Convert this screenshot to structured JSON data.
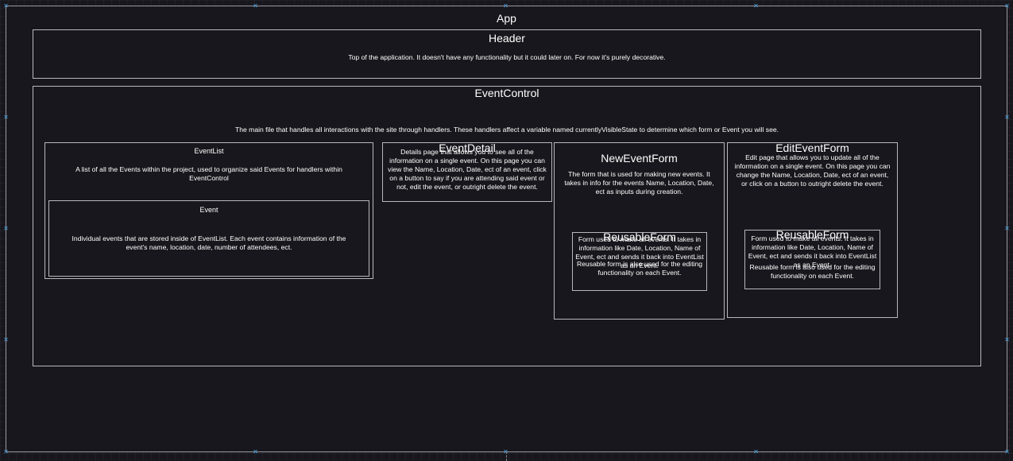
{
  "diagram": {
    "app": {
      "title": "App"
    },
    "header": {
      "title": "Header",
      "description": "Top of the application. It doesn't have any functionality but it could later on. For now it's purely decorative."
    },
    "event_control": {
      "title": "EventControl",
      "description": "The main file that handles all interactions with the site through handlers. These handlers affect a variable named currentlyVisibleState to determine which form or Event you will see."
    },
    "event_list": {
      "title": "EventList",
      "description": "A list of all the Events within the project, used to organize said Events for handlers within EventControl"
    },
    "event": {
      "title": "Event",
      "description": "Individual events that are stored inside of EventList. Each event contains information of the event's name, location, date, number of attendees, ect."
    },
    "event_detail": {
      "title": "EventDetail",
      "description": "Details page that allows you to see all of the information on a single event. On this page you can view the Name, Location, Date, ect of an event, click on a button to say if you are attending said event or not, edit the event, or outright delete the event."
    },
    "new_event_form": {
      "title": "NewEventForm",
      "description": "The form that is used for making new events. It takes in info for the events Name, Location, Date, ect as inputs during creation."
    },
    "reusable_form_new": {
      "title": "ReusableForm",
      "description": "Form used to make all events. It takes in information like Date, Location, Name of Event, ect and sends it back into EventList as an Event.",
      "description_extra": "Reusable form is also used for the editing functionality on each Event."
    },
    "edit_event_form": {
      "title": "EditEventForm",
      "description": "Edit page that allows you to update all of the information on a single event. On this page you can change the Name, Location, Date, ect of an event, or click on a button to outright delete the event."
    },
    "reusable_form_edit": {
      "title": "ReusableForm",
      "description": "Form used to make all events. It takes in information like Date, Location, Name of Event, ect and sends it back into EventList as an Event.",
      "description_extra": "Reusable form is also used for the editing functionality on each Event."
    }
  },
  "colors": {
    "background": "#18171d",
    "border": "#b8b8bc",
    "text": "#ffffff",
    "selection_handle": "#4ba3e3"
  },
  "icons": {
    "selection_handle": "x-handle-icon"
  }
}
